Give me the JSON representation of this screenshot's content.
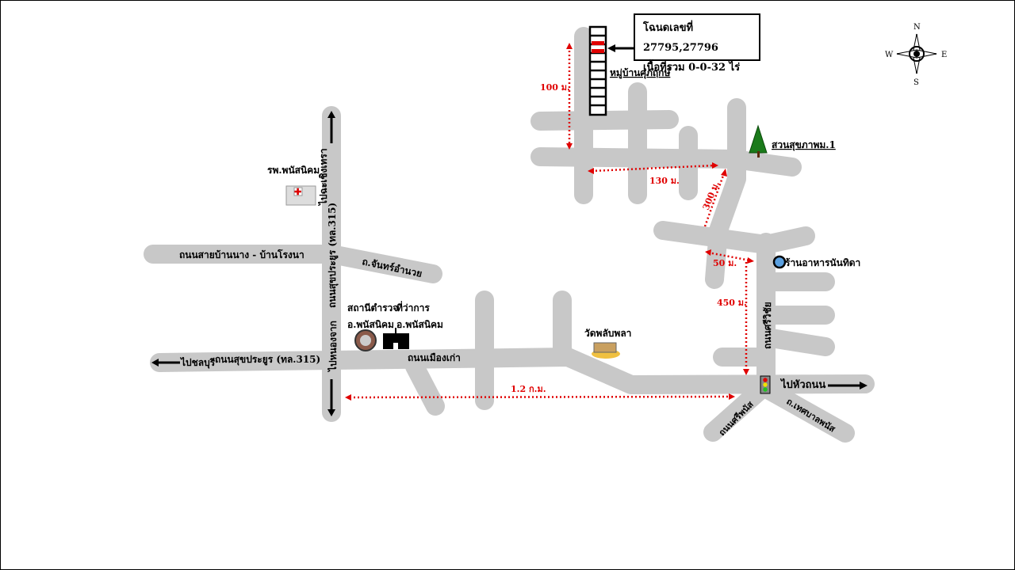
{
  "title_box": {
    "deed": "โฉนดเลขที่ 27795,27796",
    "area": "เนื้อที่รวม 0-0-32 ไร่"
  },
  "compass": {
    "n": "N",
    "s": "S",
    "e": "E",
    "w": "W"
  },
  "labels": {
    "village": "หมู่บ้านศุภฤกษ์",
    "park": "สวนสุขภาพม.1",
    "hospital": "รพ.พนัสนิคม",
    "to_chachoengsao": "ไปฉะเชิงเทรา",
    "road_315_vertical": "ถนนสุขประยูร (ทล.315)",
    "road_ban_nang": "ถนนสายบ้านนาง - บ้านโรงนา",
    "road_chan": "ถ.จันทร์อำนวย",
    "police1": "สถานีตำรวจ",
    "police2": "อ.พนัสนิคม",
    "office1": "ที่ว่าการ",
    "office2": "อ.พนัสนิคม",
    "to_nong_chak": "ไปหนองจาก",
    "to_chonburi": "ไปชลบุรี",
    "road_315": "ถนนสุขประยูร (ทล.315)",
    "road_old_town": "ถนนเมืองเก่า",
    "temple": "วัดพลับพลา",
    "restaurant": "ร้านอาหารนันทิดา",
    "road_sri_wichai": "ถนนศรีวิชัย",
    "to_hua_thanon": "ไปหัวถนน",
    "road_sri_phanat": "ถนนศรีพนัส",
    "road_thesaban": "ถ.เทศบาลพนัส"
  },
  "distances": {
    "d100": "100 ม.",
    "d130": "130 ม.",
    "d300": "300 ม.",
    "d50": "50 ม.",
    "d450": "450 ม.",
    "d1200": "1.2 ก.ม."
  },
  "colors": {
    "road": "#c8c8c8",
    "distance": "#e00000",
    "plot": "#e00000"
  }
}
